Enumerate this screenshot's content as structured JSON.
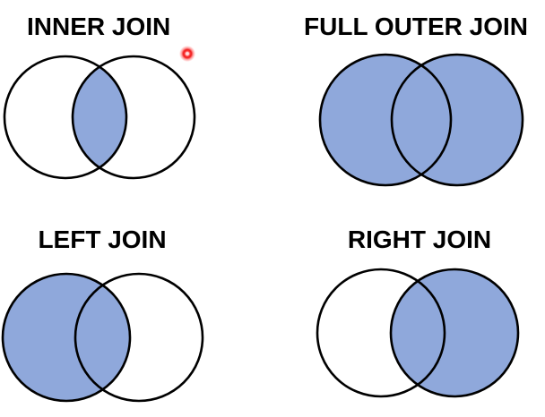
{
  "canvas": {
    "background": "#FFFFFF"
  },
  "colors": {
    "venn_fill": "#8FA8DB",
    "venn_stroke": "#000000",
    "title_text": "#000000",
    "cursor_red": "#EF1B1B"
  },
  "diagrams": {
    "inner_join": {
      "title": "INNER JOIN",
      "shaded_region": "intersection"
    },
    "full_outer_join": {
      "title": "FULL OUTER JOIN",
      "shaded_region": "both circles"
    },
    "left_join": {
      "title": "LEFT JOIN",
      "shaded_region": "left circle including intersection"
    },
    "right_join": {
      "title": "RIGHT JOIN",
      "shaded_region": "right circle including intersection"
    }
  },
  "cursor": {
    "type": "red-highlight-dot"
  }
}
